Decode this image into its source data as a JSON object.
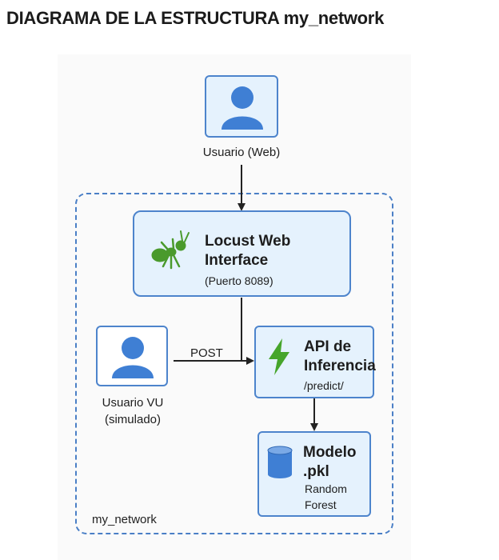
{
  "title": "DIAGRAMA DE LA ESTRUCTURA my_network",
  "nodes": {
    "web_user": {
      "label": "Usuario (Web)"
    },
    "locust": {
      "title_line1": "Locust Web",
      "title_line2": "Interface",
      "subtitle": "(Puerto 8089)"
    },
    "vu_user": {
      "label_line1": "Usuario VU",
      "label_line2": "(simulado)"
    },
    "api": {
      "title_line1": "API de",
      "title_line2": "Inferencia",
      "subtitle": "/predict/"
    },
    "model": {
      "title_line1": "Modelo",
      "title_line2": ".pkl",
      "subtitle_line1": "Random",
      "subtitle_line2": "Forest"
    }
  },
  "edges": {
    "post_label": "POST"
  },
  "network": {
    "label": "my_network"
  },
  "colors": {
    "accent_blue": "#4d84cc",
    "user_icon": "#3f7fd4",
    "ant_icon": "#4a9a2c",
    "bolt_icon": "#46a52b",
    "light_fill": "#e5f2fd"
  }
}
